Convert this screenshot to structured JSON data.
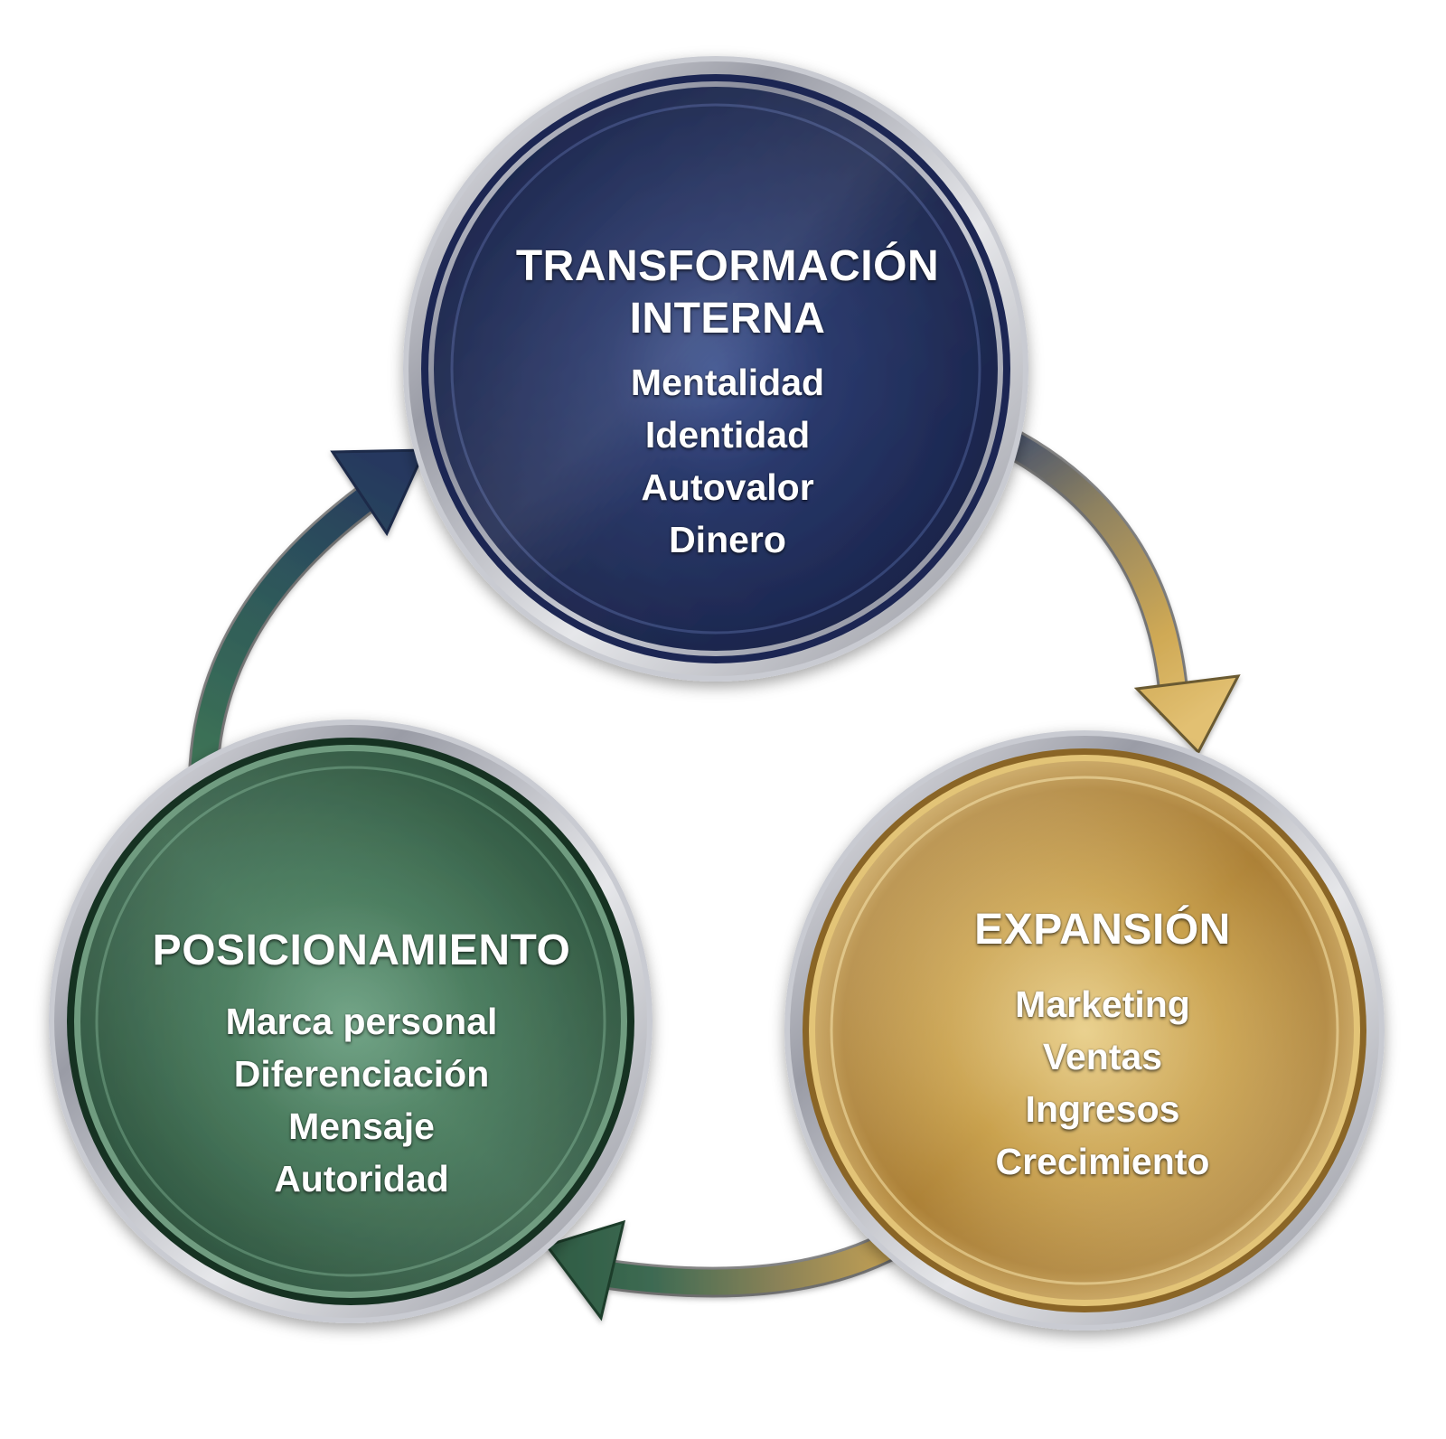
{
  "nodes": [
    {
      "id": "transformacion",
      "title_lines": [
        "TRANSFORMACIÓN",
        "INTERNA"
      ],
      "items": [
        "Mentalidad",
        "Identidad",
        "Autovalor",
        "Dinero"
      ],
      "color": "#1c2b5e"
    },
    {
      "id": "expansion",
      "title_lines": [
        "EXPANSIÓN"
      ],
      "items": [
        "Marketing",
        "Ventas",
        "Ingresos",
        "Crecimiento"
      ],
      "color": "#c9a24a"
    },
    {
      "id": "posicionamiento",
      "title_lines": [
        "POSICIONAMIENTO"
      ],
      "items": [
        "Marca personal",
        "Diferenciación",
        "Mensaje",
        "Autoridad"
      ],
      "color": "#2e5e40"
    }
  ],
  "cycle_order": [
    "transformacion",
    "expansion",
    "posicionamiento"
  ]
}
